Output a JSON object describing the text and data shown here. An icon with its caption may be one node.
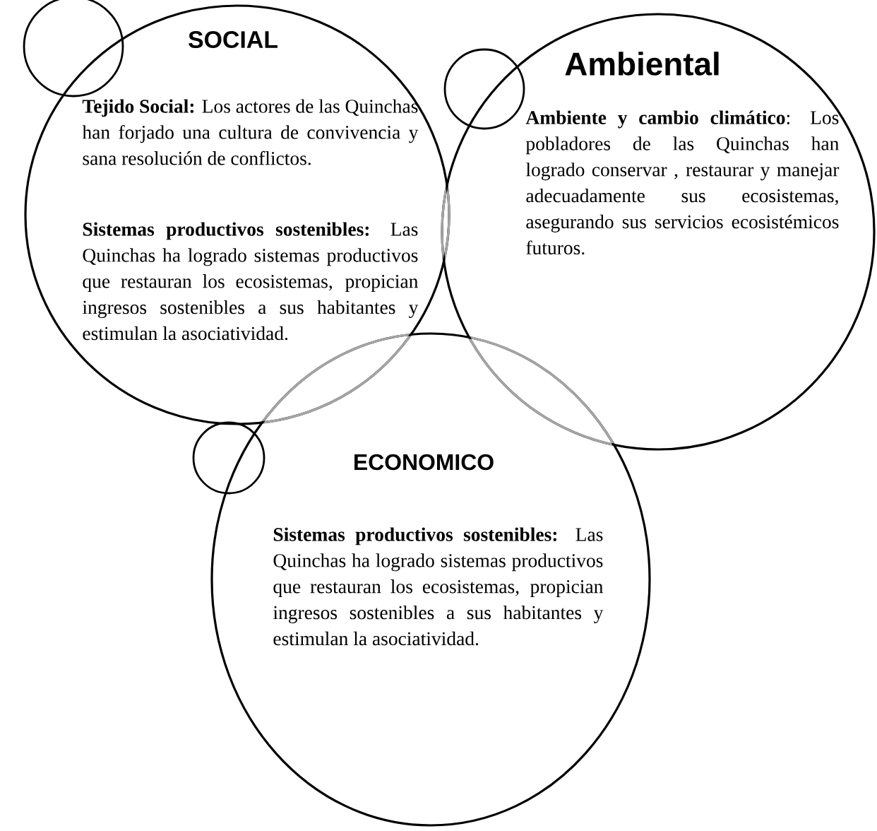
{
  "diagram": {
    "nodes": [
      {
        "text": [
          "SOCIAL",
          "**Tejido Social:** Los actores de las Quinchas han forjado una cultura de convivencia y sana resolución de conflictos.",
          "**Sistemas productivos sostenibles:** Las Quinchas ha logrado sistemas productivos que restauran los ecosistemas, propician ingresos sostenibles a sus habitantes y estimulan la asociatividad."
        ]
      },
      {
        "text": [
          "Ambiental",
          "**Ambiente y cambio climático**: Los pobladores de las Quinchas han logrado conservar , restaurar y manejar adecuadamente sus ecosistemas, asegurando sus servicios ecosistémicos futuros."
        ]
      },
      {
        "text": [
          "ECONOMICO",
          "**Sistemas productivos sostenibles:** Las Quinchas ha logrado sistemas productivos que restauran los ecosistemas, propician ingresos sostenibles a sus habitantes y estimulan la asociatividad."
        ]
      },
      {
        "text": [],
        "shape": "circle"
      },
      {
        "text": [],
        "shape": "circle"
      },
      {
        "text": [],
        "shape": "circle"
      }
    ]
  }
}
